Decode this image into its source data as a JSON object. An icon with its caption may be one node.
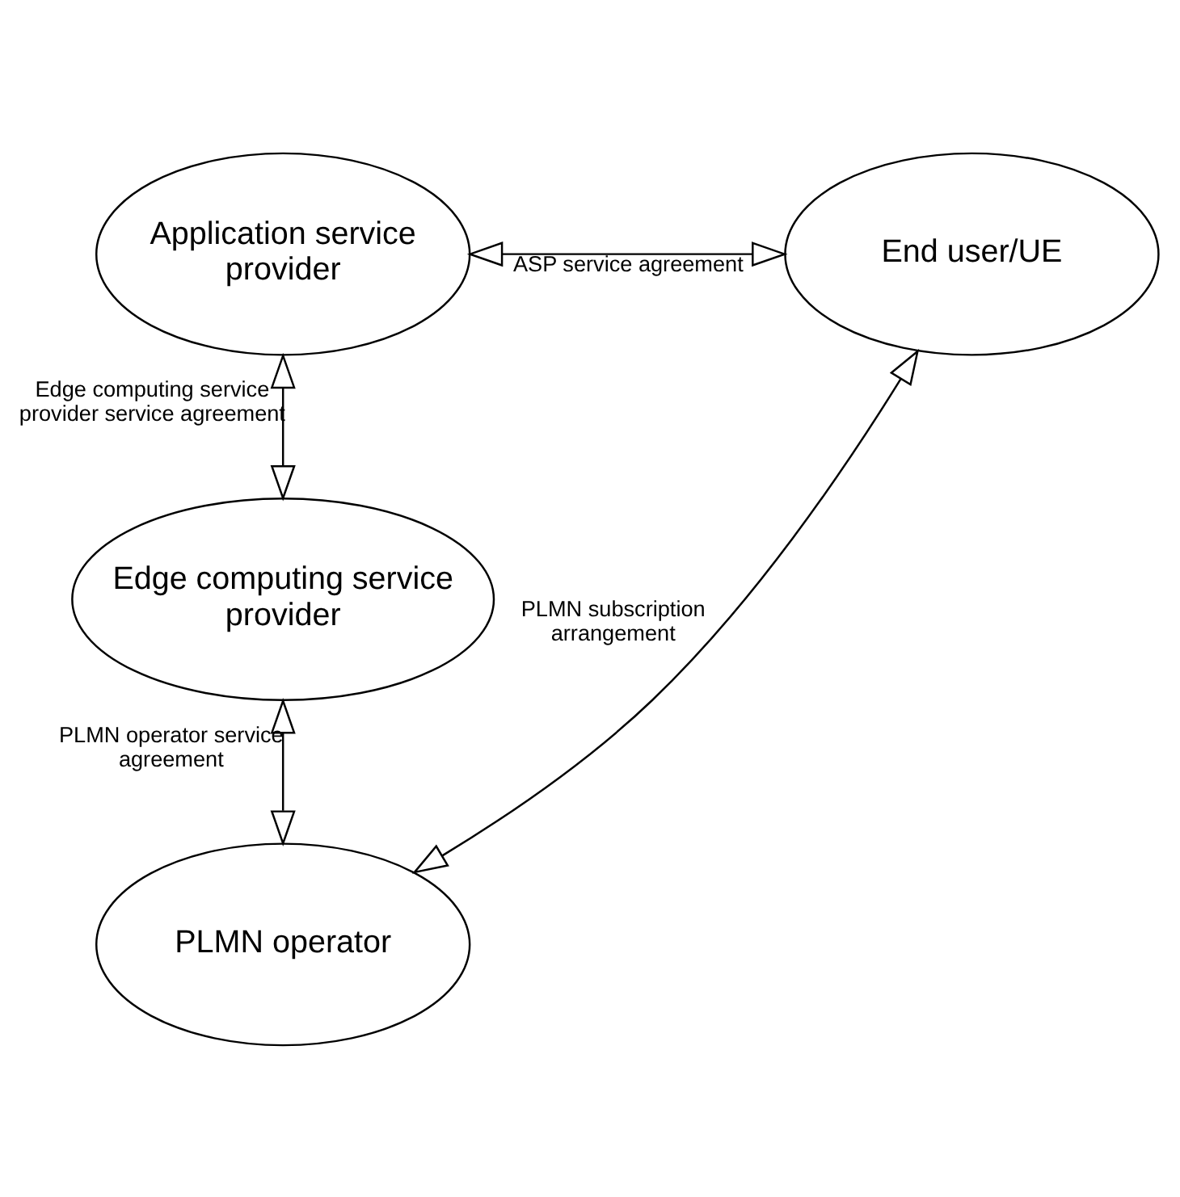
{
  "diagram": {
    "nodes": [
      {
        "text": [
          "Application service provider"
        ]
      },
      {
        "text": [
          "End user/UE"
        ]
      },
      {
        "text": [
          "Edge computing service provider"
        ]
      },
      {
        "text": [
          "PLMN operator"
        ]
      }
    ],
    "edges": [
      {
        "from": 0,
        "to": 1,
        "arrow": "both",
        "label": "ASP service agreement"
      },
      {
        "from": 0,
        "to": 2,
        "arrow": "both",
        "label": "Edge computing service provider service agreement"
      },
      {
        "from": 2,
        "to": 3,
        "arrow": "both",
        "label": "PLMN operator service agreement"
      },
      {
        "from": 3,
        "to": 1,
        "arrow": "both",
        "label": "PLMN subscription arrangement"
      }
    ]
  }
}
